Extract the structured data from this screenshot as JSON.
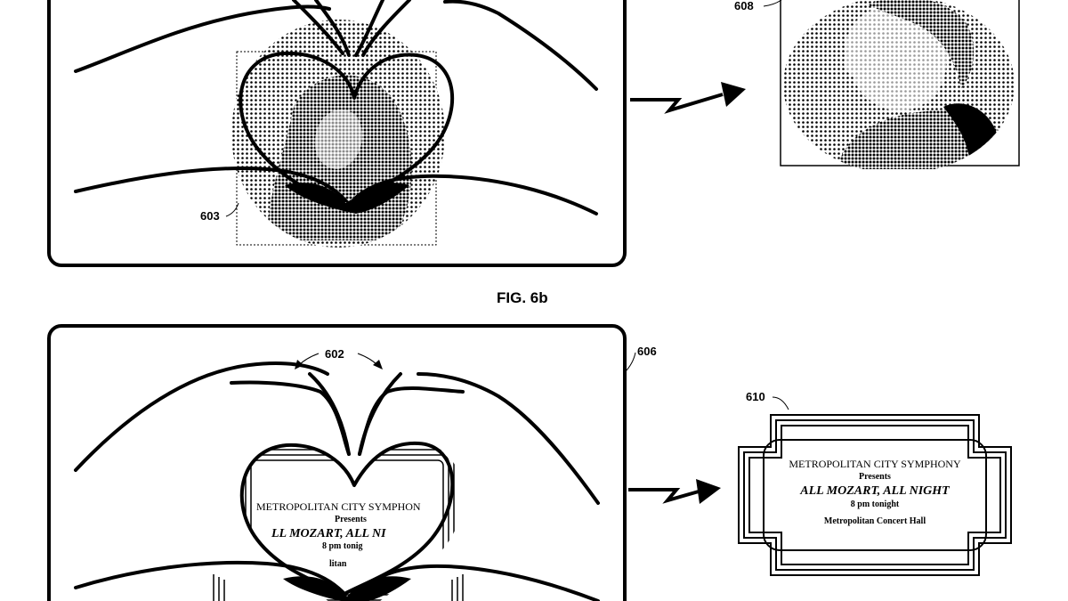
{
  "figure": {
    "caption": "FIG. 6b"
  },
  "labels": {
    "ref_603": "603",
    "ref_608": "608",
    "ref_602": "602",
    "ref_606": "606",
    "ref_610": "610"
  },
  "poster": {
    "line1": "METROPOLITAN CITY SYMPHONY",
    "line2": "Presents",
    "line3": "ALL MOZART, ALL NIGHT",
    "line4": "8 pm tonight",
    "line5": "Metropolitan Concert Hall"
  },
  "poster_cropped": {
    "line1": "METROPOLITAN CITY SYMPHON",
    "line2": "Presents",
    "line3": "LL MOZART, ALL NI",
    "line4": "8 pm tonig",
    "line5": "litan"
  }
}
